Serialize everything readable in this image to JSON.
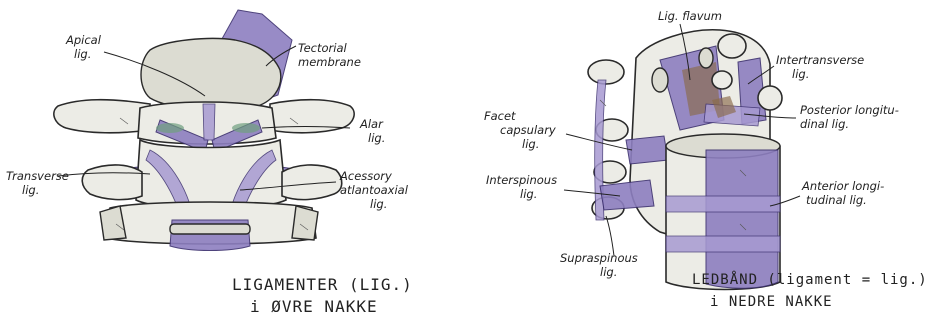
{
  "left_figure": {
    "labels": {
      "apical": [
        "Apical",
        "lig."
      ],
      "tectorial": [
        "Tectorial",
        "membrane"
      ],
      "alar": [
        "Alar",
        "lig."
      ],
      "transverse": [
        "Transverse",
        "lig."
      ],
      "accessory": [
        "Acessory",
        "atlantoaxial",
        "lig."
      ]
    },
    "caption": [
      "LIGAMENTER (LIG.)",
      "i ØVRE NAKKE"
    ]
  },
  "right_figure": {
    "labels": {
      "flavum": [
        "Lig. flavum"
      ],
      "intertransverse": [
        "Intertransverse",
        "lig."
      ],
      "facet": [
        "Facet",
        "capsulary",
        "lig."
      ],
      "posterior": [
        "Posterior longitu-",
        "dinal lig."
      ],
      "interspinous": [
        "Interspinous",
        "lig."
      ],
      "anterior": [
        "Anterior longi-",
        "tudinal lig."
      ],
      "supraspinous": [
        "Supraspinous",
        "lig."
      ]
    },
    "caption": [
      "LEDBÅND (ligament = lig.)",
      "i NEDRE NAKKE"
    ]
  },
  "colors": {
    "ligament": "#8d7fc0",
    "bone": "#ecece6",
    "muscle_green": "#6f9f7f",
    "brown": "#8a6a4a",
    "ink": "#222222"
  }
}
